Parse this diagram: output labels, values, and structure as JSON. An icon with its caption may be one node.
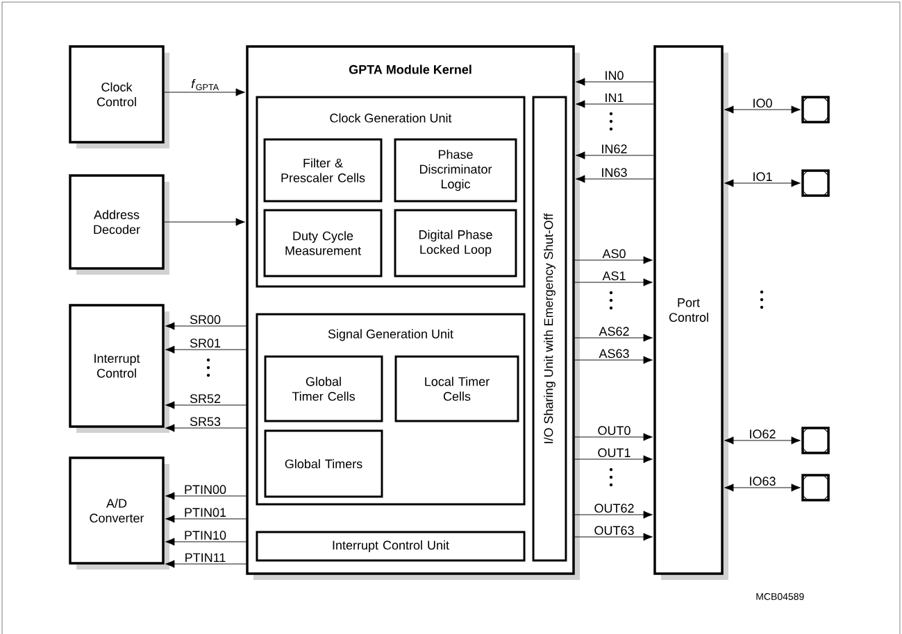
{
  "diagram": {
    "nodes": [
      {
        "text": [
          "Clock Control"
        ]
      },
      {
        "text": [
          "Address Decoder"
        ]
      },
      {
        "text": [
          "Interrupt Control"
        ]
      },
      {
        "text": [
          "A/D Converter"
        ]
      },
      {
        "text": [
          "GPTA Module Kernel"
        ]
      },
      {
        "text": [
          "Clock Generation Unit"
        ],
        "in": 4
      },
      {
        "text": [
          "Filter & Prescaler Cells"
        ],
        "in": 5
      },
      {
        "text": [
          "Phase Discriminator Logic"
        ],
        "in": 5
      },
      {
        "text": [
          "Duty Cycle Measurement"
        ],
        "in": 5
      },
      {
        "text": [
          "Digital Phase Locked Loop"
        ],
        "in": 5
      },
      {
        "text": [
          "Signal Generation Unit"
        ],
        "in": 4
      },
      {
        "text": [
          "Global Timer Cells"
        ],
        "in": 10
      },
      {
        "text": [
          "Local Timer Cells"
        ],
        "in": 10
      },
      {
        "text": [
          "Global Timers"
        ],
        "in": 10
      },
      {
        "text": [
          "Interrupt Control Unit"
        ],
        "in": 4
      },
      {
        "text": [
          "I/O Sharing Unit with Emergency Shut-Off"
        ],
        "in": 4
      },
      {
        "text": [
          "Port Control"
        ]
      },
      {
        "text": [],
        "shape": "box"
      },
      {
        "text": [],
        "shape": "box"
      },
      {
        "text": [],
        "shape": "box"
      },
      {
        "text": [],
        "shape": "box"
      }
    ],
    "edges": [
      {
        "from": 0,
        "to": 4,
        "arrow": "to",
        "label": "*f*$_{GPTA}$"
      },
      {
        "from": 1,
        "to": 4,
        "arrow": "to"
      },
      {
        "from": 4,
        "to": 2,
        "arrow": "to",
        "label": "SR00"
      },
      {
        "from": 4,
        "to": 2,
        "arrow": "to",
        "label": "SR01"
      },
      {
        "from": 4,
        "to": 2,
        "arrow": "to",
        "label": "SR52"
      },
      {
        "from": 4,
        "to": 2,
        "arrow": "to",
        "label": "SR53"
      },
      {
        "from": 4,
        "to": 3,
        "arrow": "to",
        "label": "PTIN00"
      },
      {
        "from": 4,
        "to": 3,
        "arrow": "to",
        "label": "PTIN01"
      },
      {
        "from": 4,
        "to": 3,
        "arrow": "to",
        "label": "PTIN10"
      },
      {
        "from": 4,
        "to": 3,
        "arrow": "to",
        "label": "PTIN11"
      },
      {
        "from": 16,
        "to": 4,
        "arrow": "to",
        "label": "IN0"
      },
      {
        "from": 16,
        "to": 4,
        "arrow": "to",
        "label": "IN1"
      },
      {
        "from": 16,
        "to": 4,
        "arrow": "to",
        "label": "IN62"
      },
      {
        "from": 16,
        "to": 4,
        "arrow": "to",
        "label": "IN63"
      },
      {
        "from": 4,
        "to": 16,
        "arrow": "to",
        "label": "AS0"
      },
      {
        "from": 4,
        "to": 16,
        "arrow": "to",
        "label": "AS1"
      },
      {
        "from": 4,
        "to": 16,
        "arrow": "to",
        "label": "AS62"
      },
      {
        "from": 4,
        "to": 16,
        "arrow": "to",
        "label": "AS63"
      },
      {
        "from": 4,
        "to": 16,
        "arrow": "to",
        "label": "OUT0"
      },
      {
        "from": 4,
        "to": 16,
        "arrow": "to",
        "label": "OUT1"
      },
      {
        "from": 4,
        "to": 16,
        "arrow": "to",
        "label": "OUT62"
      },
      {
        "from": 4,
        "to": 16,
        "arrow": "to",
        "label": "OUT63"
      },
      {
        "from": 16,
        "to": 17,
        "arrow": "both",
        "label": "IO0"
      },
      {
        "from": 16,
        "to": 18,
        "arrow": "both",
        "label": "IO1"
      },
      {
        "from": 16,
        "to": 19,
        "arrow": "both",
        "label": "IO62"
      },
      {
        "from": 16,
        "to": 20,
        "arrow": "both",
        "label": "IO63"
      }
    ],
    "labels": [
      "MCB04589"
    ]
  }
}
